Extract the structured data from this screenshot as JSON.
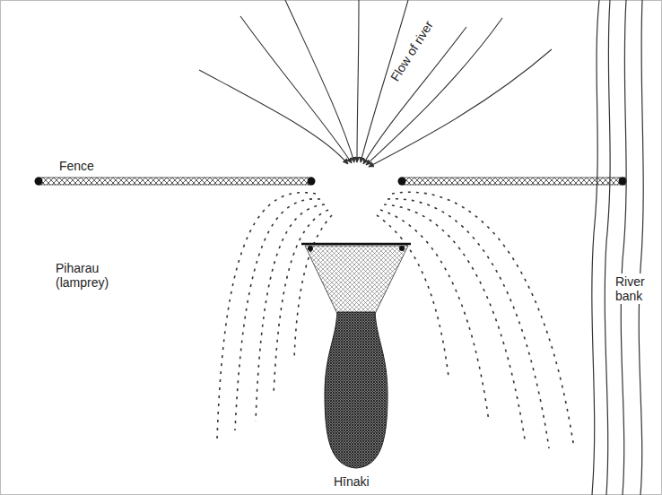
{
  "diagram": {
    "labels": [
      "Flow of river",
      "Fence",
      "Piharau (lamprey)",
      "River bank",
      "Hīnaki"
    ]
  }
}
